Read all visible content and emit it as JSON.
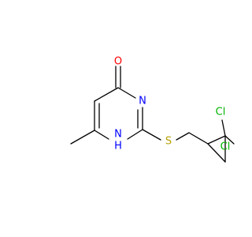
{
  "structure": {
    "atoms": {
      "oxygen": {
        "label": "O",
        "color": "#ff0000"
      },
      "n3": {
        "label": "N",
        "color": "#0000ff"
      },
      "n1h": {
        "label": "N",
        "color": "#0000ff"
      },
      "h_on_n1": {
        "label": "H",
        "color": "#0000ff"
      },
      "sulfur": {
        "label": "S",
        "color": "#b8a000"
      },
      "cl_top": {
        "label": "Cl",
        "color": "#00b400"
      },
      "cl_bottom": {
        "label": "Cl",
        "color": "#00b400"
      }
    },
    "bond_color": "#000000"
  }
}
